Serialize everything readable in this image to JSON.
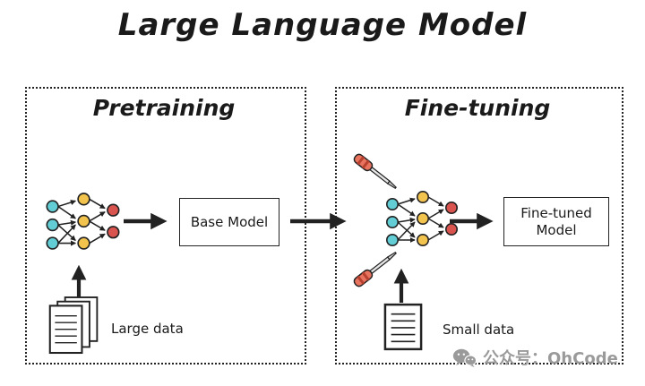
{
  "title": "Large Language Model",
  "sections": {
    "pretraining": {
      "label": "Pretraining",
      "model": "Base Model",
      "data": "Large data"
    },
    "finetuning": {
      "label": "Fine-tuning",
      "model": "Fine-tuned Model",
      "data": "Small data"
    }
  },
  "watermark": {
    "text": "公众号：OhCode"
  },
  "icons": {
    "neural_network": "neural-network-icon",
    "screwdriver": "screwdriver-icon",
    "document_stack": "document-stack-icon",
    "document": "document-icon",
    "wechat": "wechat-icon",
    "arrow": "arrow-icon"
  },
  "colors": {
    "node_cyan": "#62cdd4",
    "node_yellow": "#f2c44d",
    "node_red": "#d9534f",
    "screwdriver_handle": "#e8735e",
    "stroke": "#222222",
    "watermark_gray": "#9a9a9a"
  }
}
